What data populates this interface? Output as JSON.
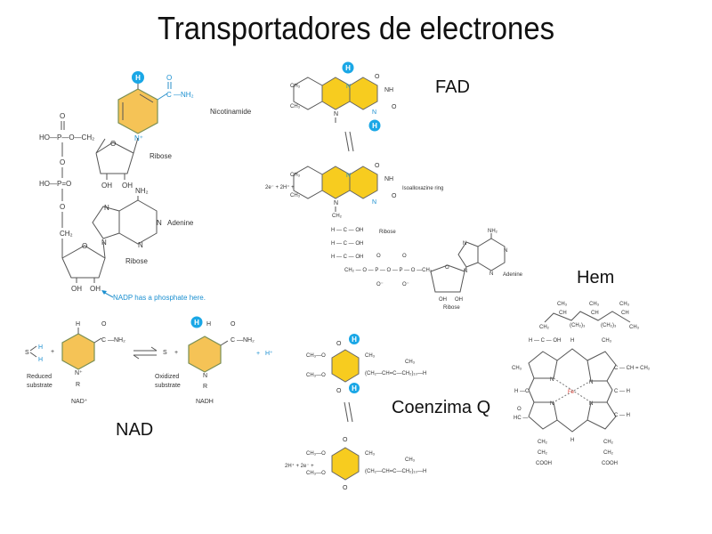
{
  "title": "Transportadores de electrones",
  "labels": {
    "fad": "FAD",
    "nad": "NAD",
    "hem": "Hem",
    "coq": "Coenzima Q"
  },
  "colors": {
    "ring": "#f5c356",
    "ring_fad": "#f7cc1f",
    "hydrogen": "#1aa7e6",
    "iron": "#e0453a"
  },
  "nadp": {
    "h": "H",
    "o": "O",
    "c": "C",
    "nh2": "—NH₂",
    "n_plus": "N⁺",
    "nicotinamide": "Nicotinamide",
    "p1_o_top": "O",
    "p1_row": "HO—P—O—CH₂",
    "p_link_o": "O",
    "p2_row": "HO—P=O",
    "p2_o": "O",
    "ch2": "CH₂",
    "ribose1_o": "O",
    "ribose1_oh1": "OH",
    "ribose1_oh2": "OH",
    "ribose1": "Ribose",
    "aden_nh2": "NH₂",
    "aden_n1": "N",
    "aden_n2": "N",
    "aden_n3": "N",
    "aden_n4": "N",
    "adenine": "Adenine",
    "ribose2_o": "O",
    "ribose2_oh1": "OH",
    "ribose2_oh2": "OH",
    "ribose2": "Ribose",
    "note": "NADP has a phosphate here."
  },
  "fad_structure": {
    "h_top": "H",
    "n_top": "N",
    "o_top": "O",
    "nh": "NH",
    "o_right": "O",
    "n_bot": "N",
    "h_bot": "H",
    "ch3_a": "CH₃",
    "ch3_b": "CH₃",
    "n_mid": "N",
    "ch3_c": "CH₃",
    "ch3_d": "CH₃",
    "electrons": "2e⁻ + 2H⁺ +",
    "n2_top": "N",
    "o2_top": "O",
    "nh2": "NH",
    "o2_right": "O",
    "n2_bot": "N",
    "n2_mid": "N",
    "isoalloxazine": "Isoalloxazine ring",
    "chain_ch2": "CH₂",
    "chain_r1": "H — C — OH",
    "chain_r2": "H — C — OH",
    "chain_r3": "H — C — OH",
    "ribitol": "Ribose",
    "phos_row": "CH₂ — O — P — O — P — O —CH₂",
    "po1": "O",
    "po2": "O",
    "pom1": "O⁻",
    "pom2": "O⁻",
    "aden_nh2": "NH₂",
    "aden_n1": "N",
    "aden_n2": "N",
    "aden_n3": "N",
    "aden_n4": "N",
    "adenine": "Adenine",
    "rib_o": "O",
    "rib_oh1": "OH",
    "rib_oh2": "OH",
    "ribose": "Ribose"
  },
  "nad_reaction": {
    "s": "S",
    "h1": "H",
    "h2": "H",
    "plus1": "+",
    "h_ring": "H",
    "o1": "O",
    "c1": "C —NH₂",
    "n1": "N⁺",
    "r1": "R",
    "reduced1": "Reduced",
    "reduced2": "substrate",
    "nad_plus": "NAD⁺",
    "s2": "S",
    "plus2": "+",
    "h_circ": "H",
    "h_ring2": "H",
    "o2": "O",
    "c2": "C —NH₂",
    "n2": "N",
    "r2": "R",
    "oxidized1": "Oxidized",
    "oxidized2": "substrate",
    "nadh": "NADH",
    "plus3": "+",
    "hplus": "H⁺"
  },
  "coq_structure": {
    "o_top": "O",
    "h_top": "H",
    "o_bot": "O",
    "h_bot": "H",
    "meo1": "CH₃—O",
    "meo2": "CH₃—O",
    "ch3": "CH₃",
    "chain_ch3": "CH₃",
    "chain": "(CH₂—CH=C—CH₂)₁₀—H",
    "o2_top": "O",
    "o2_bot": "O",
    "meo3": "CH₃—O",
    "meo4": "CH₃—O",
    "ch3_2": "CH₃",
    "chain_ch3_2": "CH₃",
    "chain2": "(CH₂—CH=C—CH₂)₁₀—H",
    "electrons": "2H⁺ + 2e⁻ +"
  },
  "heme_structure": {
    "t1": "CH₃",
    "t2": "CH₃",
    "t3": "CH₃",
    "t4": "CH",
    "t5": "CH",
    "t6": "CH",
    "t7": "CH₂",
    "t8": "(CH₂)₃",
    "t9": "(CH₂)₃",
    "t10": "CH₃",
    "hcoh": "H — C — OH",
    "h_top": "H",
    "ch3_r": "CH₃",
    "ch3_l": "CH₃",
    "vinyl": "C — CH = CH₂",
    "fe": "Fe",
    "n1": "N",
    "n2": "N",
    "n3": "N",
    "n4": "N",
    "hc_l": "H —C",
    "ch_r1": "C — H",
    "ch_r2": "C — H",
    "cho_o": "O",
    "cho": "HC —",
    "h_bot": "H",
    "p1a": "CH₂",
    "p1b": "CH₂",
    "p1c": "COOH",
    "p2a": "CH₂",
    "p2b": "CH₂",
    "p2c": "COOH"
  }
}
